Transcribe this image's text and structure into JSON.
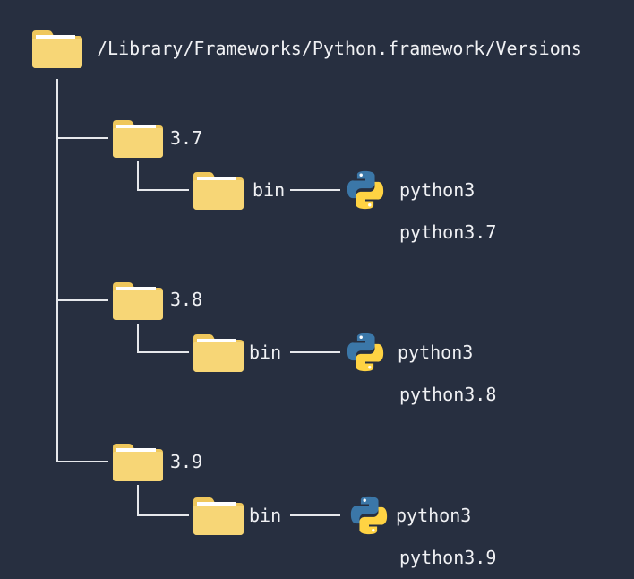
{
  "root": {
    "icon": "folder-icon",
    "path": "/Library/Frameworks/Python.framework/Versions"
  },
  "versions": [
    {
      "folder": "3.7",
      "bin": "bin",
      "executables": [
        "python3",
        "python3.7"
      ]
    },
    {
      "folder": "3.8",
      "bin": "bin",
      "executables": [
        "python3",
        "python3.8"
      ]
    },
    {
      "folder": "3.9",
      "bin": "bin",
      "executables": [
        "python3",
        "python3.9"
      ]
    }
  ],
  "colors": {
    "background": "#272f40",
    "folder": "#f7d676",
    "folder_shade": "#efc75c",
    "line": "#e6e8ec",
    "python_blue": "#3b77a8",
    "python_yellow": "#ffd343"
  }
}
